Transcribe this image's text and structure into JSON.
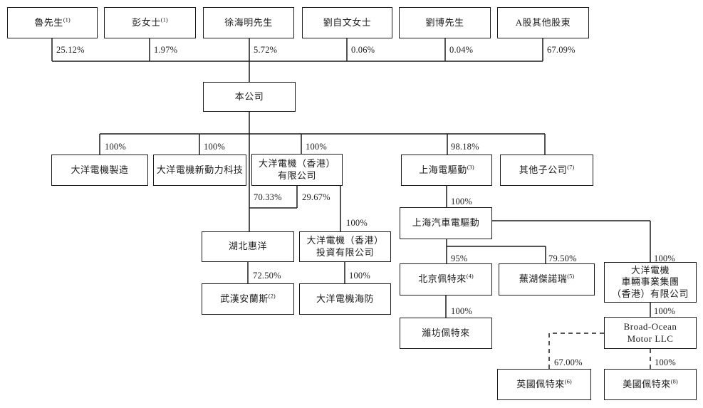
{
  "figure": {
    "type": "shareholding-structure-chart",
    "background_color": "#ffffff",
    "line_color": "#1c1c1c"
  },
  "nodes": {
    "lu": {
      "lines": [
        "魯先生"
      ],
      "sup": "(1)"
    },
    "peng": {
      "lines": [
        "彭女士"
      ],
      "sup": "(1)"
    },
    "xu": {
      "lines": [
        "徐海明先生"
      ]
    },
    "liu_ziwen": {
      "lines": [
        "劉自文女士"
      ]
    },
    "liu_bo": {
      "lines": [
        "劉博先生"
      ]
    },
    "a_share": {
      "lines": [
        "A股其他股東"
      ]
    },
    "company": {
      "lines": [
        "本公司"
      ]
    },
    "manufacture": {
      "lines": [
        "大洋電機製造"
      ]
    },
    "new_power": {
      "lines": [
        "大洋電機新動力科技"
      ]
    },
    "hk": {
      "lines": [
        "大洋電機（香港）",
        "有限公司"
      ]
    },
    "shanghai_edrive": {
      "lines": [
        "上海電驅動"
      ],
      "sup": "(3)"
    },
    "other_subs": {
      "lines": [
        "其他子公司"
      ],
      "sup": "(7)"
    },
    "hubei": {
      "lines": [
        "湖北惠洋"
      ]
    },
    "hk_invest": {
      "lines": [
        "大洋電機（香港）",
        "投資有限公司"
      ]
    },
    "shanghai_auto": {
      "lines": [
        "上海汽車電驅動"
      ]
    },
    "wuhan": {
      "lines": [
        "武漢安蘭斯"
      ],
      "sup": "(2)"
    },
    "haiphong": {
      "lines": [
        "大洋電機海防"
      ]
    },
    "beijing": {
      "lines": [
        "北京佩特來"
      ],
      "sup": "(4)"
    },
    "wuhu": {
      "lines": [
        "蕪湖傑諾瑞"
      ],
      "sup": "(5)"
    },
    "vehicle": {
      "lines": [
        "大洋電機",
        "車輛事業集團",
        "（香港）有限公司"
      ]
    },
    "weifang": {
      "lines": [
        "濰坊佩特來"
      ]
    },
    "broad_ocean": {
      "lines": [
        "Broad-Ocean",
        "Motor LLC"
      ]
    },
    "uk": {
      "lines": [
        "英國佩特來"
      ],
      "sup": "(6)"
    },
    "us": {
      "lines": [
        "美國佩特來"
      ],
      "sup": "(8)"
    }
  },
  "percent_labels": {
    "lu_company": "25.12%",
    "peng_company": "1.97%",
    "xu_company": "5.72%",
    "liuziwen_company": "0.06%",
    "liubo_company": "0.04%",
    "ashare_company": "67.09%",
    "company_manufacture": "100%",
    "company_newpower": "100%",
    "company_hk": "100%",
    "company_shanghai": "98.18%",
    "company_hubei": "70.33%",
    "hk_hubei": "29.67%",
    "hk_invest100": "100%",
    "hubei_wuhan": "72.50%",
    "invest_haiphong": "100%",
    "edrive_auto": "100%",
    "auto_beijing": "95%",
    "auto_wuhu": "79.50%",
    "auto_vehicle": "100%",
    "beijing_weifang": "100%",
    "vehicle_broadocean": "100%",
    "broadocean_uk": "67.00%",
    "broadocean_us": "100%"
  }
}
